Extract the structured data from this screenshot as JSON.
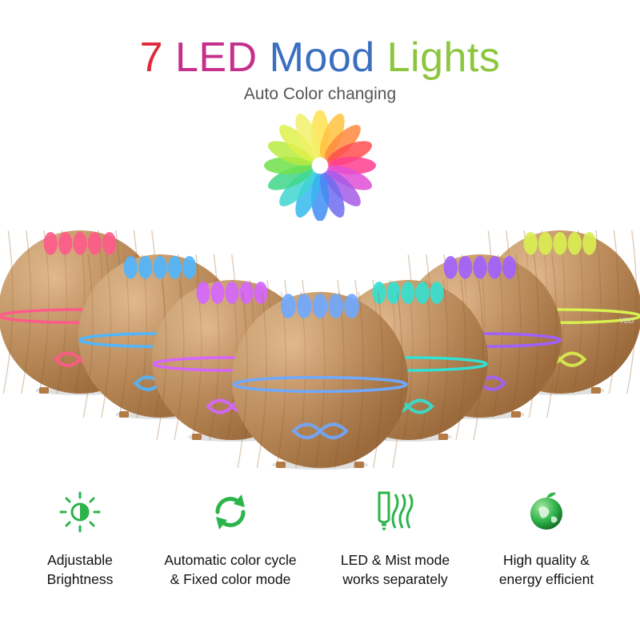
{
  "headline": {
    "parts": [
      {
        "text": "7 ",
        "color": "#e0283a"
      },
      {
        "text": "LED ",
        "color": "#c4308c"
      },
      {
        "text": "Mood ",
        "color": "#3a6fc0"
      },
      {
        "text": "Lights",
        "color": "#8cc63f"
      }
    ],
    "subtitle": "Auto Color changing"
  },
  "colors": {
    "green_icon": "#2cb34a",
    "wood_light": "#d9a46a",
    "wood_dark": "#a8703c",
    "led_palette": [
      "#ff5a8a",
      "#4fb6ff",
      "#d566ff",
      "#6fa9ff",
      "#33e0d2",
      "#a060ff",
      "#d8f050"
    ]
  },
  "features": [
    {
      "icon": "brightness-icon",
      "line1": "Adjustable",
      "line2": "Brightness"
    },
    {
      "icon": "color-cycle-arrows-icon",
      "line1": "Automatic color cycle",
      "line2": "& Fixed color mode"
    },
    {
      "icon": "bulb-mist-icon",
      "line1": "LED & Mist mode",
      "line2": "works separately"
    },
    {
      "icon": "green-globe-icon",
      "line1": "High quality &",
      "line2": "energy efficient"
    }
  ]
}
